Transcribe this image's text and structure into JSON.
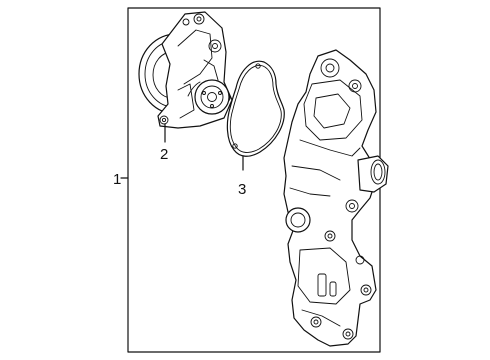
{
  "callouts": [
    {
      "number": "1",
      "part": "water-pump-housing-assembly"
    },
    {
      "number": "2",
      "part": "water-pump"
    },
    {
      "number": "3",
      "part": "gasket"
    }
  ],
  "colors": {
    "line": "#111111",
    "background": "#ffffff"
  }
}
